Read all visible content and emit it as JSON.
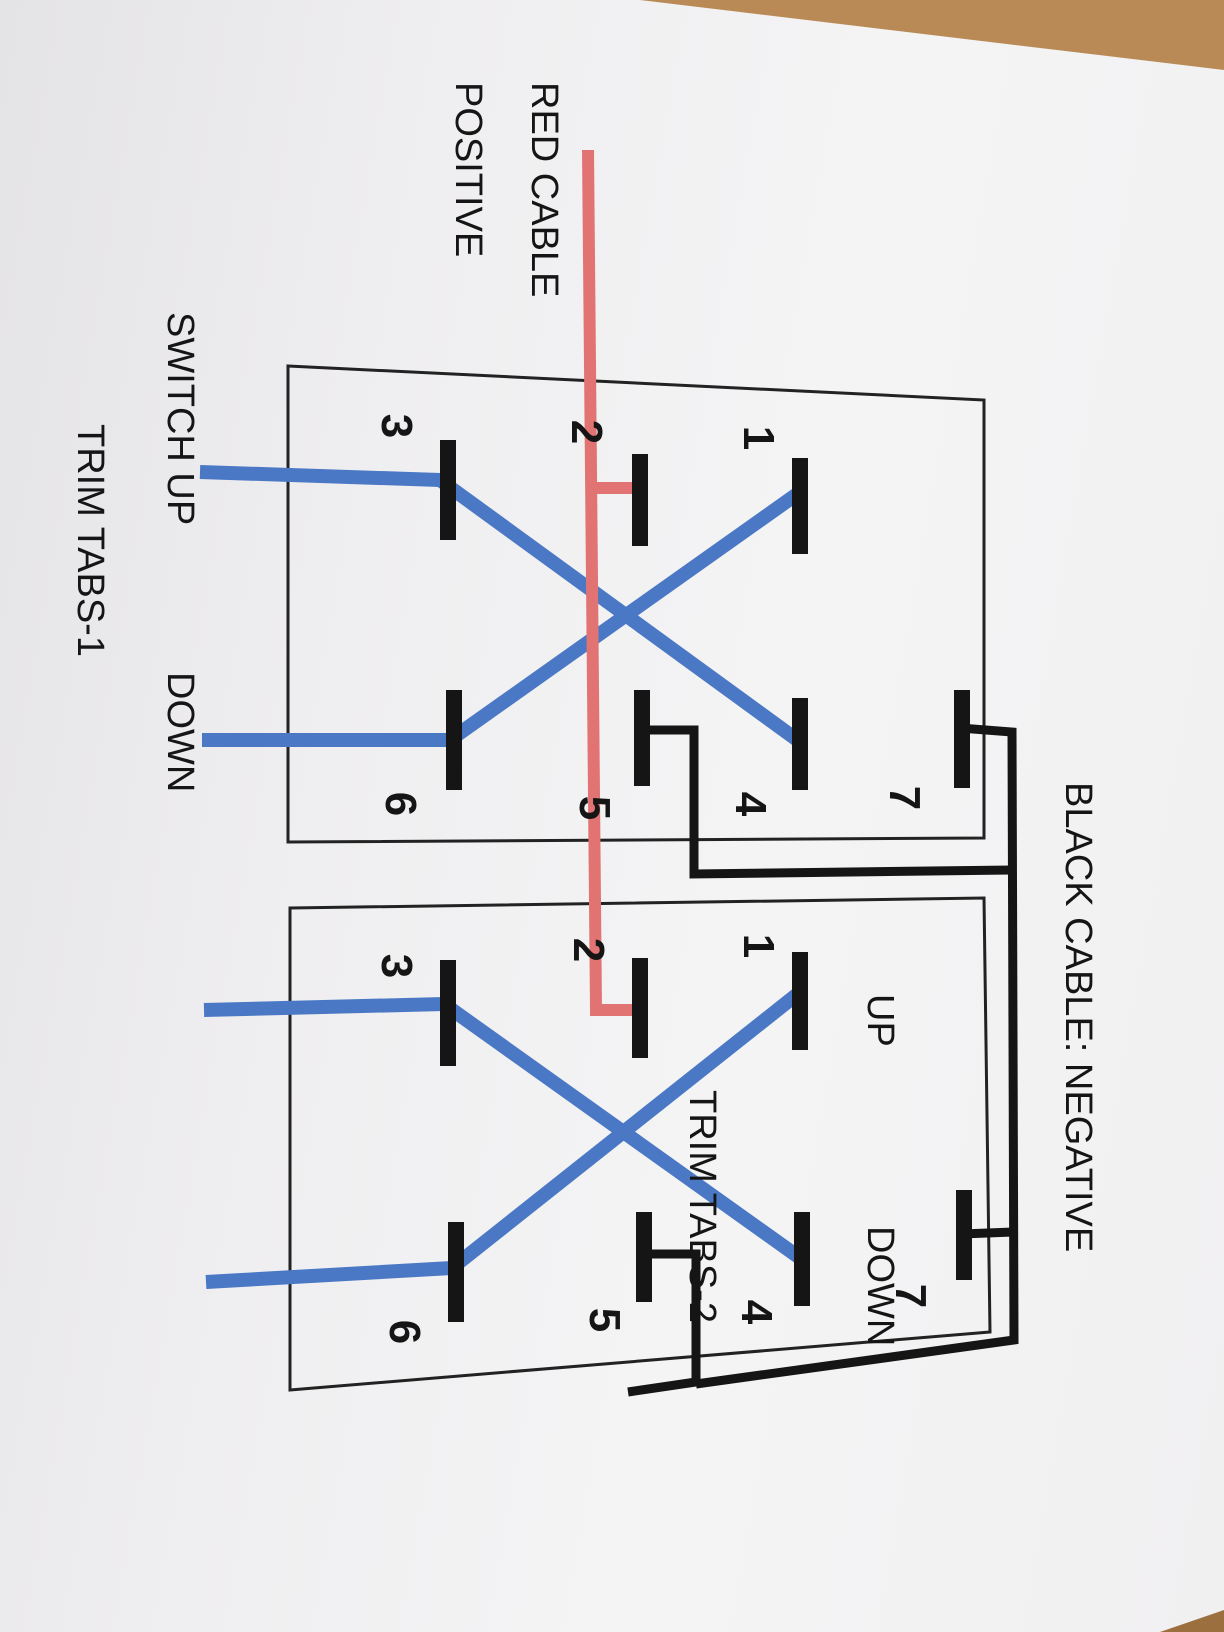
{
  "colors": {
    "paper": "#f2f2f3",
    "ink": "#151515",
    "red_cable": "#e27373",
    "blue_wire": "#4a78c5",
    "table_wood": "#b98a55"
  },
  "labels": {
    "black_cable": "BLACK CABLE: NEGATIVE",
    "red_cable": "RED CABLE",
    "positive": "POSITIVE",
    "switch_up": "SWITCH UP",
    "down_1": "DOWN",
    "trim_tabs_1": "TRIM TABS-1",
    "up_2": "UP",
    "down_2": "DOWN",
    "trim_tabs_2": "TRIM TABS-2"
  },
  "switch1": {
    "terminals": {
      "t1": "1",
      "t2": "2",
      "t3": "3",
      "t4": "4",
      "t5": "5",
      "t6": "6",
      "t7": "7"
    }
  },
  "switch2": {
    "terminals": {
      "t1": "1",
      "t2": "2",
      "t3": "3",
      "t4": "4",
      "t5": "5",
      "t6": "6",
      "t7": "7"
    }
  }
}
